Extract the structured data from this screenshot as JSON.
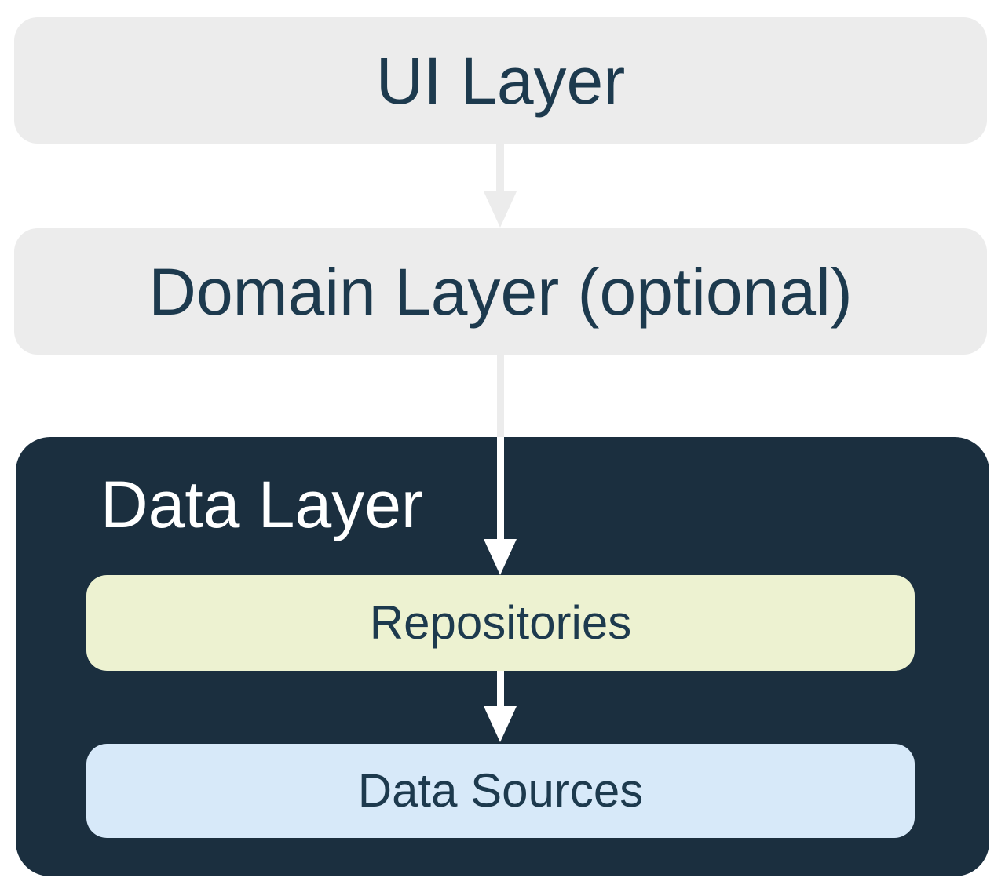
{
  "colors": {
    "background": "#ffffff",
    "box_gray": "#ececec",
    "navy_box": "#1b2f3f",
    "text_navy": "#1d3a4e",
    "repo_yellow": "#edf2d1",
    "sources_blue": "#d7e9f9",
    "arrow_gray": "#ececec",
    "arrow_white": "#ffffff"
  },
  "boxes": {
    "ui_layer": {
      "label": "UI Layer"
    },
    "domain_layer": {
      "label": "Domain Layer (optional)"
    },
    "data_layer": {
      "label": "Data Layer"
    },
    "repositories": {
      "label": "Repositories"
    },
    "data_sources": {
      "label": "Data Sources"
    }
  },
  "arrows": [
    {
      "from": "ui_layer",
      "to": "domain_layer"
    },
    {
      "from": "domain_layer",
      "to": "repositories"
    },
    {
      "from": "repositories",
      "to": "data_sources"
    }
  ]
}
